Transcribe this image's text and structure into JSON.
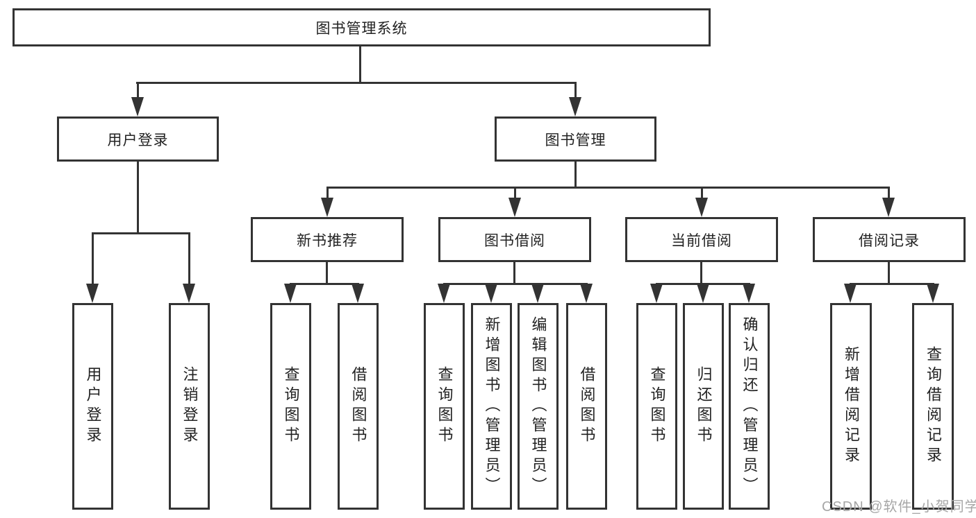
{
  "tree": {
    "label": "图书管理系统",
    "children": [
      {
        "label": "用户登录",
        "children": [
          {
            "label": "用户登录"
          },
          {
            "label": "注销登录"
          }
        ]
      },
      {
        "label": "图书管理",
        "children": [
          {
            "label": "新书推荐",
            "children": [
              {
                "label": "查询图书"
              },
              {
                "label": "借阅图书"
              }
            ]
          },
          {
            "label": "图书借阅",
            "children": [
              {
                "label": "查询图书"
              },
              {
                "label": "新增图书（管理员）"
              },
              {
                "label": "编辑图书（管理员）"
              },
              {
                "label": "借阅图书"
              }
            ]
          },
          {
            "label": "当前借阅",
            "children": [
              {
                "label": "查询图书"
              },
              {
                "label": "归还图书"
              },
              {
                "label": "确认归还（管理员）"
              }
            ]
          },
          {
            "label": "借阅记录",
            "children": [
              {
                "label": "新增借阅记录"
              },
              {
                "label": "查询借阅记录"
              }
            ]
          }
        ]
      }
    ]
  },
  "watermark": {
    "text": "CSDN @软件_小贺同学"
  },
  "colors": {
    "line": "#333333",
    "text": "#222222",
    "watermark": "#a6a6a6",
    "background": "#ffffff"
  }
}
